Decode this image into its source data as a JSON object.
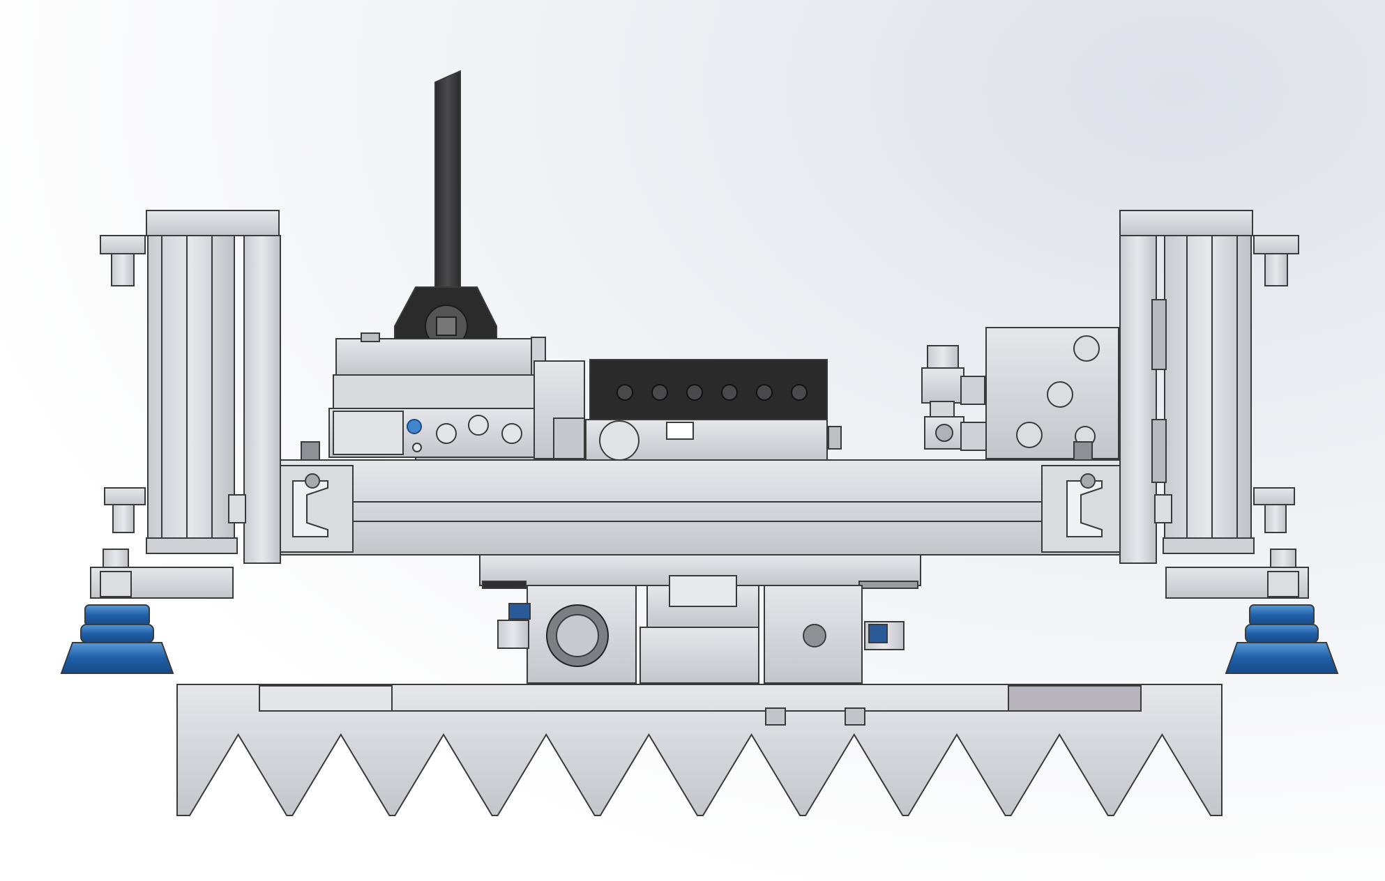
{
  "view": {
    "background_top": "#dfe3ea",
    "background_bottom": "#ffffff"
  },
  "colors": {
    "aluminum": "#cfd1d6",
    "aluminum_light": "#e4e5e9",
    "aluminum_dark": "#a9abb1",
    "outline": "#3a3a3a",
    "dark_part": "#3b3b3c",
    "black_part": "#262626",
    "suction_cup_blue": "#1f5fa8",
    "suction_cup_light": "#3f86cc",
    "plate_band": "#b8b3bd"
  },
  "parts": {
    "rod": "dark-rod",
    "rod_clamp": "black-clamp",
    "top_cylinder": "black-cylinder",
    "main_profile": "aluminum-extrusion",
    "vertical_cylinders": 2,
    "suction_cups": 2,
    "saw_plate_teeth": 10
  }
}
